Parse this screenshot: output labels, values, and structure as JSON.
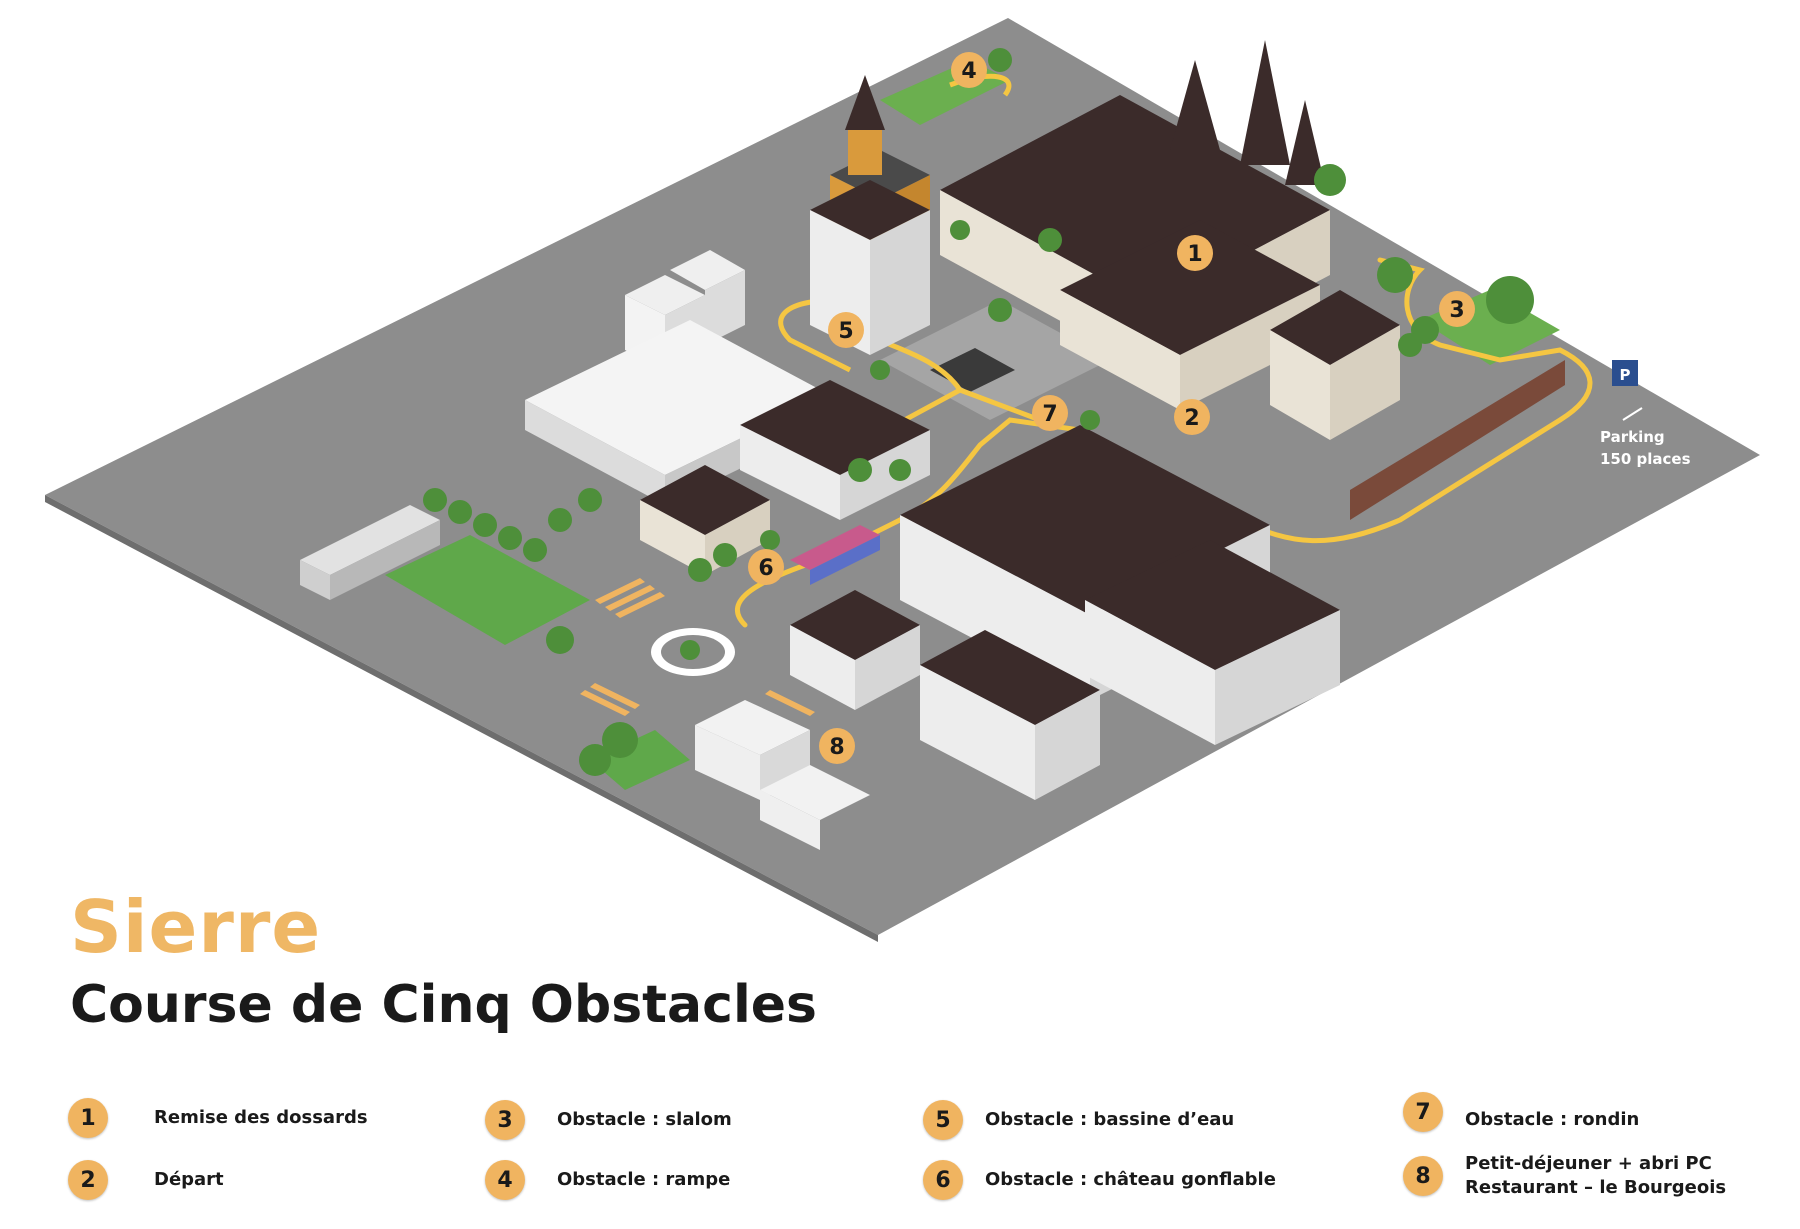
{
  "title": {
    "city": "Sierre",
    "event": "Course de Cinq Obstacles"
  },
  "colors": {
    "accent": "#EFB765",
    "ground": "#8A8A8A",
    "route": "#F5C642",
    "roof": "#3B2B2A",
    "wall": "#E9E3D6",
    "tree": "#4E8F3A"
  },
  "markers": [
    {
      "num": "1",
      "name": "remise-des-dossards"
    },
    {
      "num": "2",
      "name": "depart"
    },
    {
      "num": "3",
      "name": "slalom"
    },
    {
      "num": "4",
      "name": "rampe"
    },
    {
      "num": "5",
      "name": "bassine-d-eau"
    },
    {
      "num": "6",
      "name": "chateau-gonflable"
    },
    {
      "num": "7",
      "name": "rondin"
    },
    {
      "num": "8",
      "name": "petit-dejeuner"
    }
  ],
  "parking": {
    "icon": "P",
    "line1": "Parking",
    "line2": "150 places"
  },
  "legend": [
    {
      "num": "1",
      "lines": [
        "Remise  des dossards"
      ]
    },
    {
      "num": "2",
      "lines": [
        "Départ"
      ]
    },
    {
      "num": "3",
      "lines": [
        "Obstacle : slalom"
      ]
    },
    {
      "num": "4",
      "lines": [
        "Obstacle : rampe"
      ]
    },
    {
      "num": "5",
      "lines": [
        "Obstacle : bassine d’eau"
      ]
    },
    {
      "num": "6",
      "lines": [
        "Obstacle : château gonflable"
      ]
    },
    {
      "num": "7",
      "lines": [
        "Obstacle : rondin"
      ]
    },
    {
      "num": "8",
      "lines": [
        "Petit-déjeuner + abri PC",
        "Restaurant – le Bourgeois"
      ]
    }
  ]
}
